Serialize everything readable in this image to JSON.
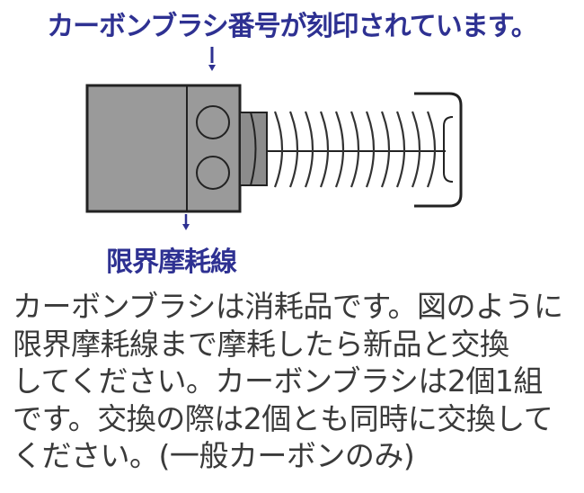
{
  "header": {
    "title": "カーボンブラシ番号が刻印されています。"
  },
  "diagram": {
    "limit_line_label": "限界摩耗線",
    "colors": {
      "label_blue": "#2e3192",
      "body_gray": "#9a9a9a",
      "terminal_gray": "#8c8c8c",
      "outline": "#222222",
      "text_gray": "#3a3a3a"
    },
    "parts": [
      "carbon-brush-body",
      "number-stamp-circles",
      "terminal",
      "spring",
      "end-cap"
    ],
    "spring_coils": 11
  },
  "description": {
    "lines": [
      "カーボンブラシは消耗品です。図のように",
      "限界摩耗線まで摩耗したら新品と交換",
      "してください。カーボンブラシは2個1組",
      "です。交換の際は2個とも同時に交換して",
      "ください。(一般カーボンのみ)"
    ]
  }
}
